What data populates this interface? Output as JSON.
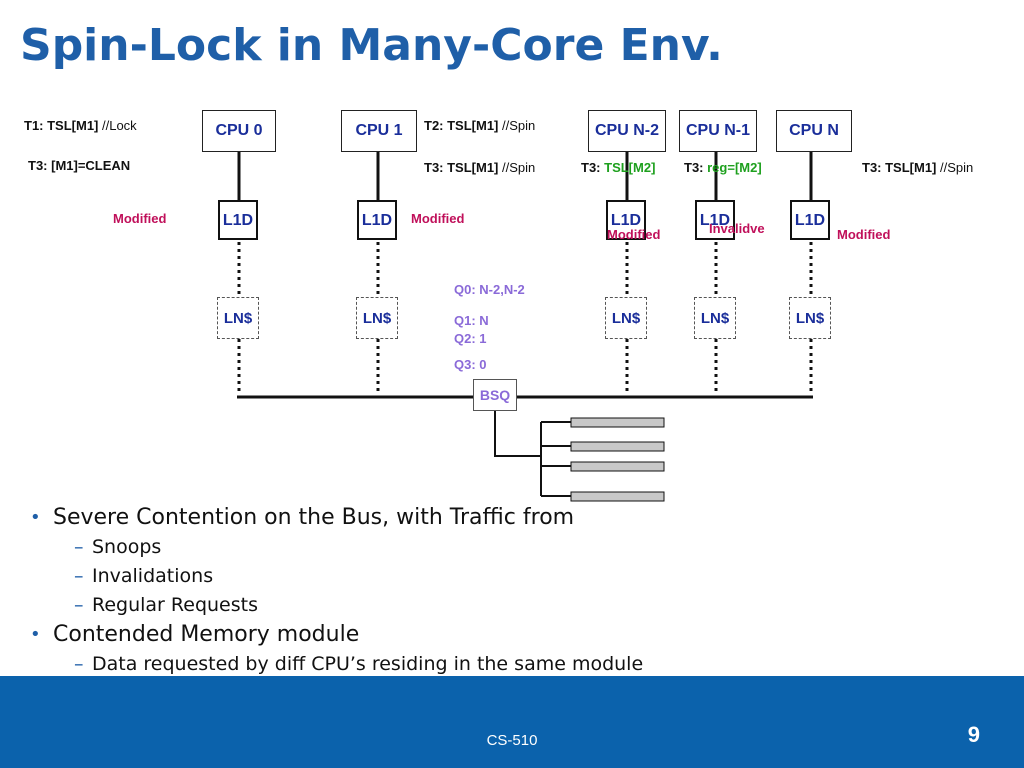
{
  "title": "Spin-Lock in Many-Core Env.",
  "cpus": [
    {
      "label": "CPU 0"
    },
    {
      "label": "CPU 1"
    },
    {
      "label": "CPU N-2"
    },
    {
      "label": "CPU N-1"
    },
    {
      "label": "CPU N"
    }
  ],
  "l1d_label": "L1D",
  "ln_label": "LN$",
  "bsq_label": "BSQ",
  "annotations": {
    "t1": {
      "prefix": "T1: TSL[M1]",
      "suffix": " //Lock"
    },
    "t3_clean": {
      "prefix": "T3: [M1]=CLEAN"
    },
    "t2": {
      "prefix": "T2: TSL[M1]",
      "suffix": " //Spin"
    },
    "t3_spin_cpu1": {
      "prefix": "T3: TSL[M1]",
      "suffix": " //Spin"
    },
    "t3_tsl_m2": {
      "prefix": "T3: ",
      "highlight": "TSL[M2]"
    },
    "t3_reg_m2": {
      "prefix": "T3: ",
      "highlight": "reg=[M2]"
    },
    "t3_spin_cpun": {
      "prefix": "T3: TSL[M1]",
      "suffix": " //Spin"
    }
  },
  "states": {
    "cpu0": "Modified",
    "cpu1": "Modified",
    "cpun2": "Modified",
    "cpun1": "Invalidve",
    "cpun": "Modified"
  },
  "queue": {
    "q0": "Q0: N-2,N-2",
    "q1": "Q1: N",
    "q2": "Q2: 1",
    "q3": "Q3: 0"
  },
  "colors": {
    "title": "#1f5fa8",
    "footer": "#0b62ac",
    "state": "#c0105a",
    "queue": "#8a6ad8",
    "highlight": "#1ea01e",
    "box_text": "#1a2e9a"
  },
  "bullets": [
    {
      "text": "Severe Contention on the Bus, with Traffic from",
      "level": 1
    },
    {
      "text": "Snoops",
      "level": 2
    },
    {
      "text": "Invalidations",
      "level": 2
    },
    {
      "text": "Regular Requests",
      "level": 2
    },
    {
      "text": "Contended Memory module",
      "level": 1
    },
    {
      "text": "Data requested by diff CPU’s residing in the same module",
      "level": 2
    }
  ],
  "footer": {
    "course": "CS-510",
    "page": "9"
  }
}
